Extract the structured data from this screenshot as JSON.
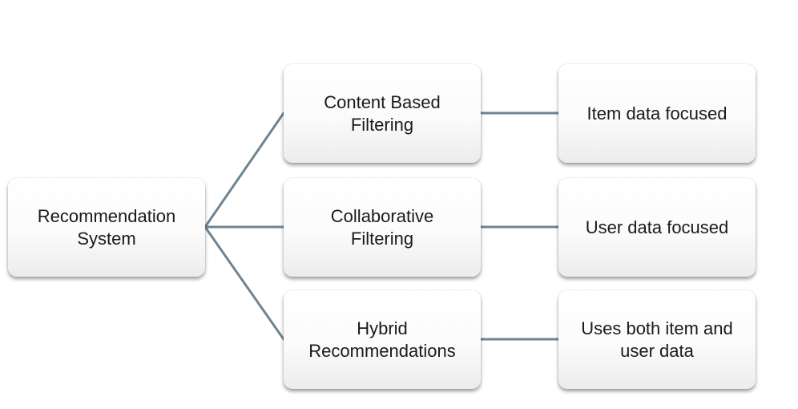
{
  "diagram": {
    "colors": {
      "connector": "#6f8490",
      "node_text": "#1a1a1a",
      "node_fill": "#ffffff"
    },
    "nodes": {
      "root": {
        "label": "Recommendation\nSystem"
      },
      "content_based": {
        "label": "Content Based\nFiltering"
      },
      "collaborative": {
        "label": "Collaborative\nFiltering"
      },
      "hybrid": {
        "label": "Hybrid\nRecommendations"
      },
      "item_data": {
        "label": "Item data focused"
      },
      "user_data": {
        "label": "User data focused"
      },
      "both_data": {
        "label": "Uses both item and\nuser data"
      }
    }
  }
}
